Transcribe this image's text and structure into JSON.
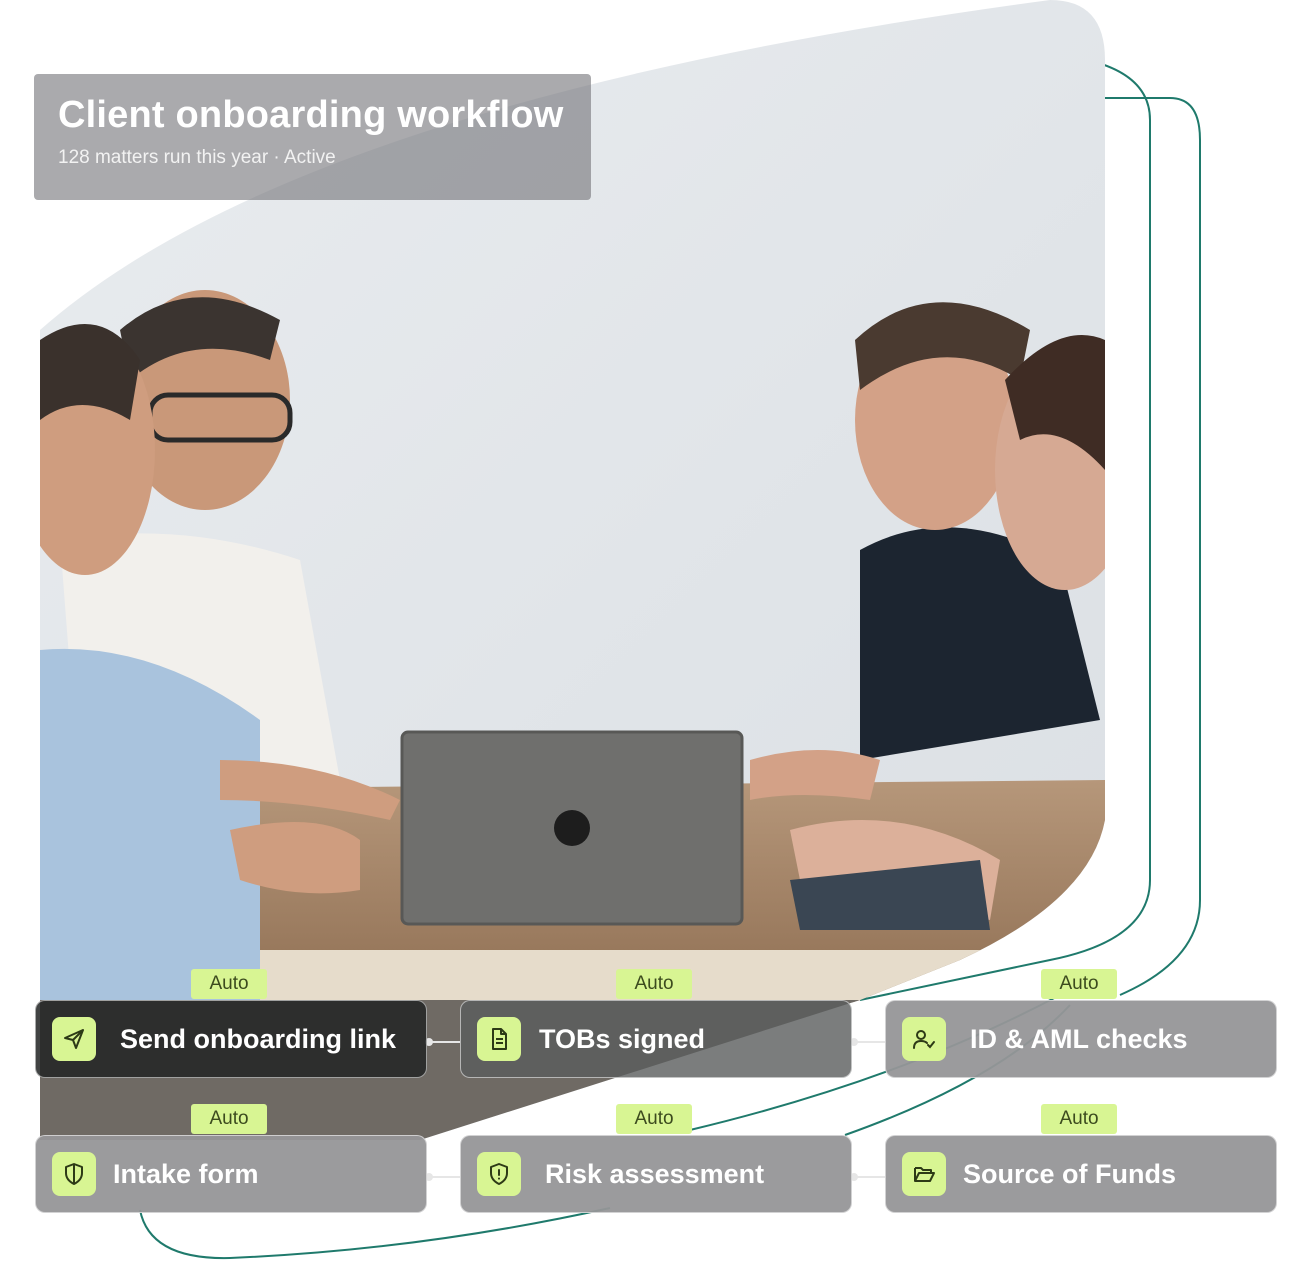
{
  "header": {
    "title": "Client onboarding workflow",
    "subtitle": "128 matters run this year · Active"
  },
  "badge_label": "Auto",
  "steps": [
    {
      "label": "Send onboarding link",
      "icon": "send-icon",
      "tone": "dark"
    },
    {
      "label": "TOBs signed",
      "icon": "document-icon",
      "tone": "mid"
    },
    {
      "label": "ID & AML checks",
      "icon": "user-check-icon",
      "tone": "grey"
    },
    {
      "label": "Intake form",
      "icon": "shield-icon",
      "tone": "grey"
    },
    {
      "label": "Risk assessment",
      "icon": "shield-alert-icon",
      "tone": "grey"
    },
    {
      "label": "Source of Funds",
      "icon": "folder-open-icon",
      "tone": "grey"
    }
  ],
  "colors": {
    "accent": "#d8f593",
    "curve": "#1f7a6c",
    "badge_text": "#3c4b1e"
  }
}
